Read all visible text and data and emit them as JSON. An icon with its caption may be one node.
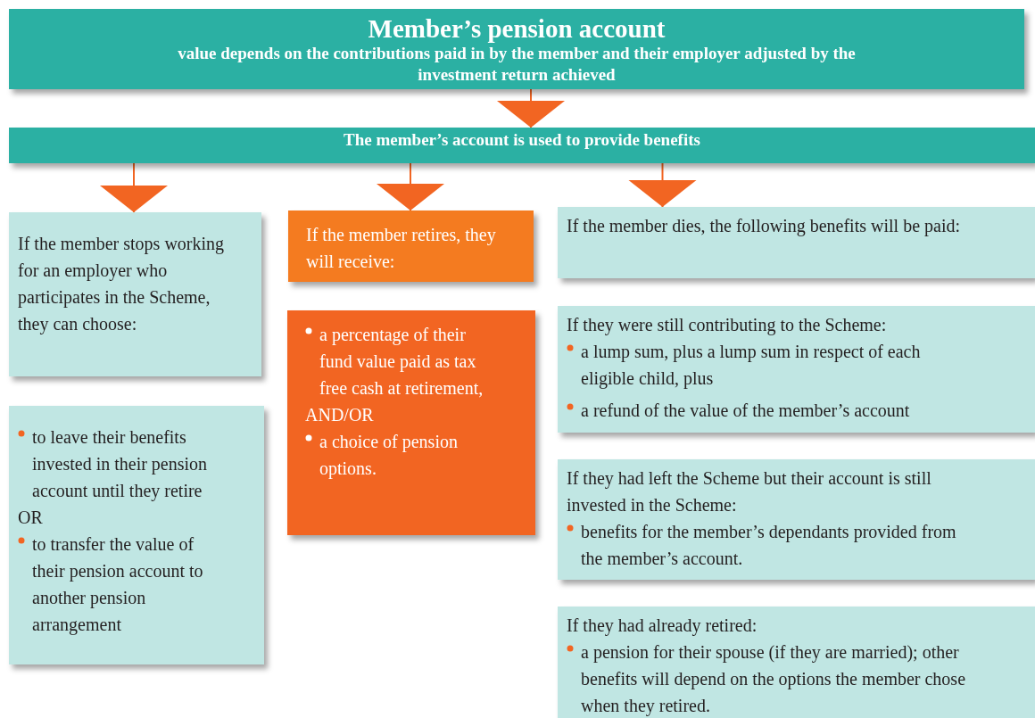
{
  "diagram": {
    "nodes": [
      {
        "text": [
          "Member’s pension account",
          "value depends on the contributions paid in by the member and their employer adjusted by the investment return achieved"
        ]
      },
      {
        "text": [
          "The member’s account is used to provide benefits"
        ]
      },
      {
        "text": [
          "If the member stops working for an employer who participates in the Scheme, they can choose:"
        ]
      },
      {
        "text": [
          "to leave their benefits invested in their pension account until they retire",
          "OR",
          "to transfer the value of their pension account to another pension arrangement"
        ]
      },
      {
        "text": [
          "If the member retires, they will receive:"
        ]
      },
      {
        "text": [
          "a percentage of their fund value paid as tax free cash at retirement,",
          "AND/OR",
          "a choice of pension options."
        ]
      },
      {
        "text": [
          "If the member dies, the following benefits will be paid:"
        ]
      },
      {
        "text": [
          "If they were still contributing to the Scheme:",
          "a lump sum, plus a lump sum in respect of each eligible child, plus",
          "a refund of the value of the member’s account"
        ]
      },
      {
        "text": [
          "If they had left the Scheme but their account is still invested in the Scheme:",
          "benefits for the member’s dependants provided from the member’s account."
        ]
      },
      {
        "text": [
          "If they had already retired:",
          "a pension for their spouse (if they are married); other benefits will depend on the options the member chose when they retired."
        ]
      }
    ],
    "edges": [
      {
        "from": 0,
        "to": 1,
        "arrow": "to"
      },
      {
        "from": 1,
        "to": 2,
        "arrow": "to"
      },
      {
        "from": 1,
        "to": 4,
        "arrow": "to"
      },
      {
        "from": 1,
        "to": 6,
        "arrow": "to"
      }
    ]
  }
}
